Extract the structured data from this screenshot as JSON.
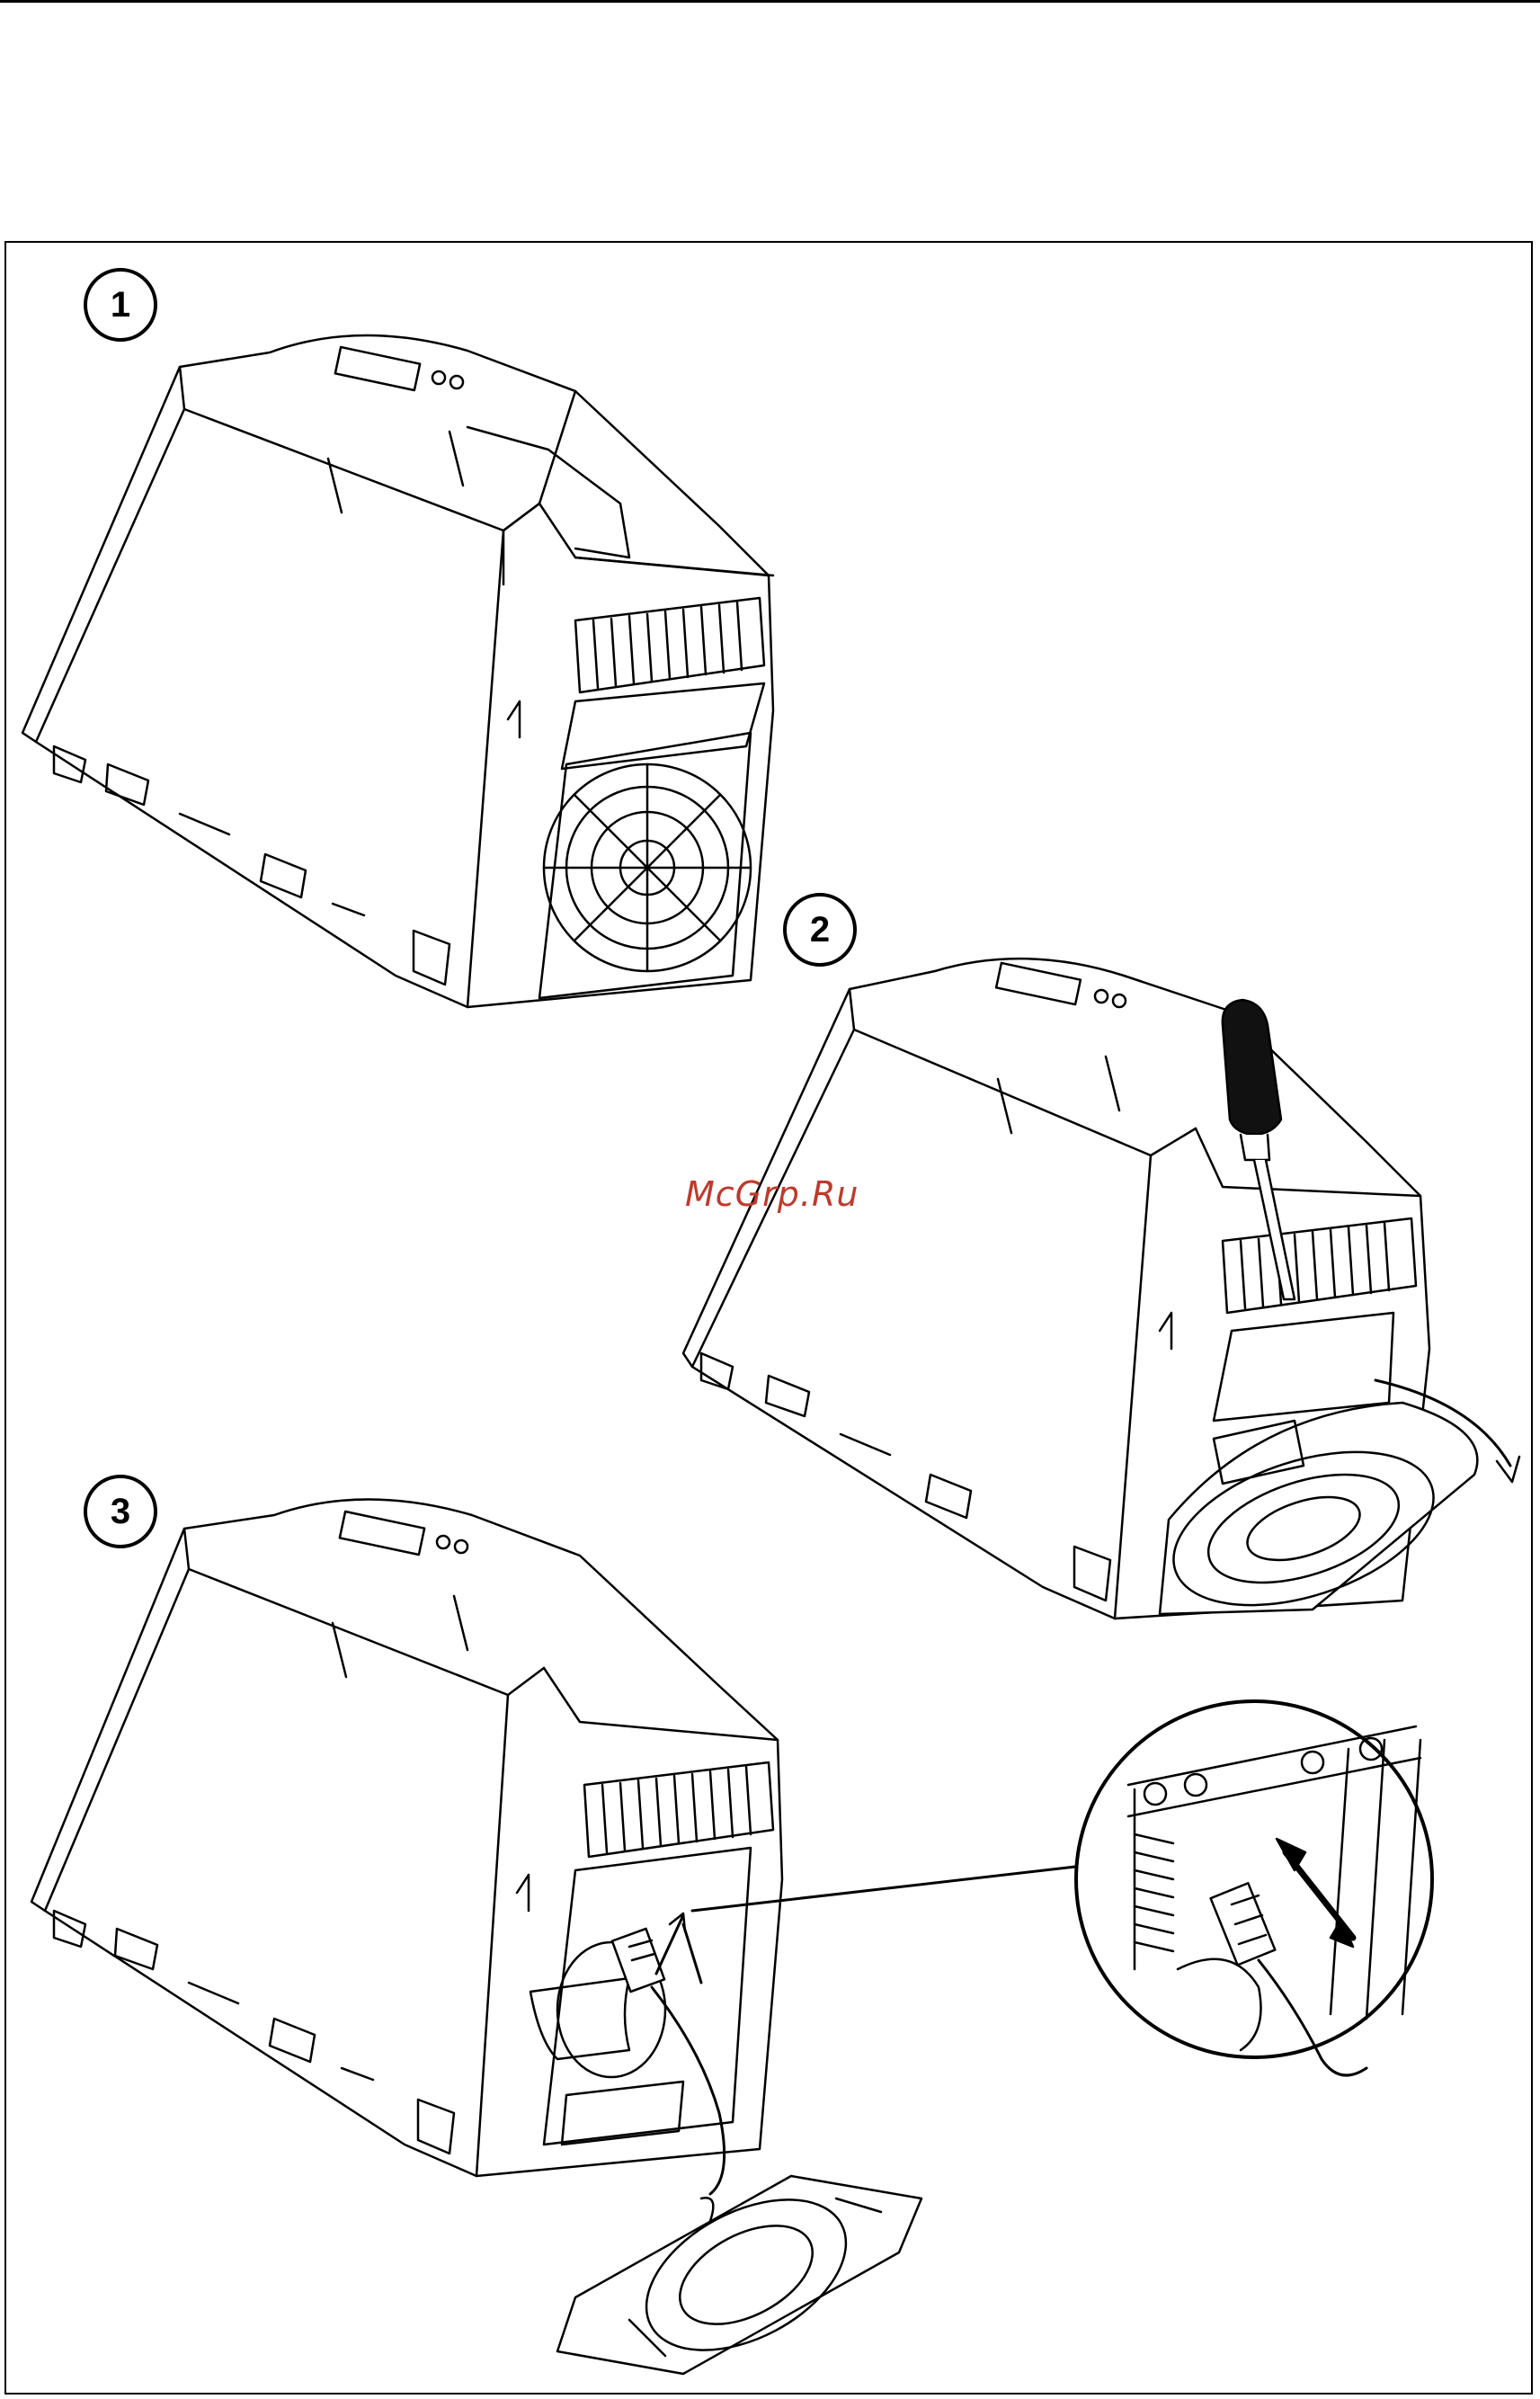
{
  "steps": [
    {
      "number": "1"
    },
    {
      "number": "2"
    },
    {
      "number": "3"
    }
  ],
  "watermark": {
    "text": "McGrp.Ru"
  },
  "colors": {
    "line": "#000000",
    "background": "#ffffff",
    "watermark": "#c0392b"
  },
  "icons": [
    "drive-unit-illustration",
    "screwdriver-icon",
    "fan-icon",
    "connector-icon",
    "arrow-icon",
    "magnifier-callout"
  ]
}
